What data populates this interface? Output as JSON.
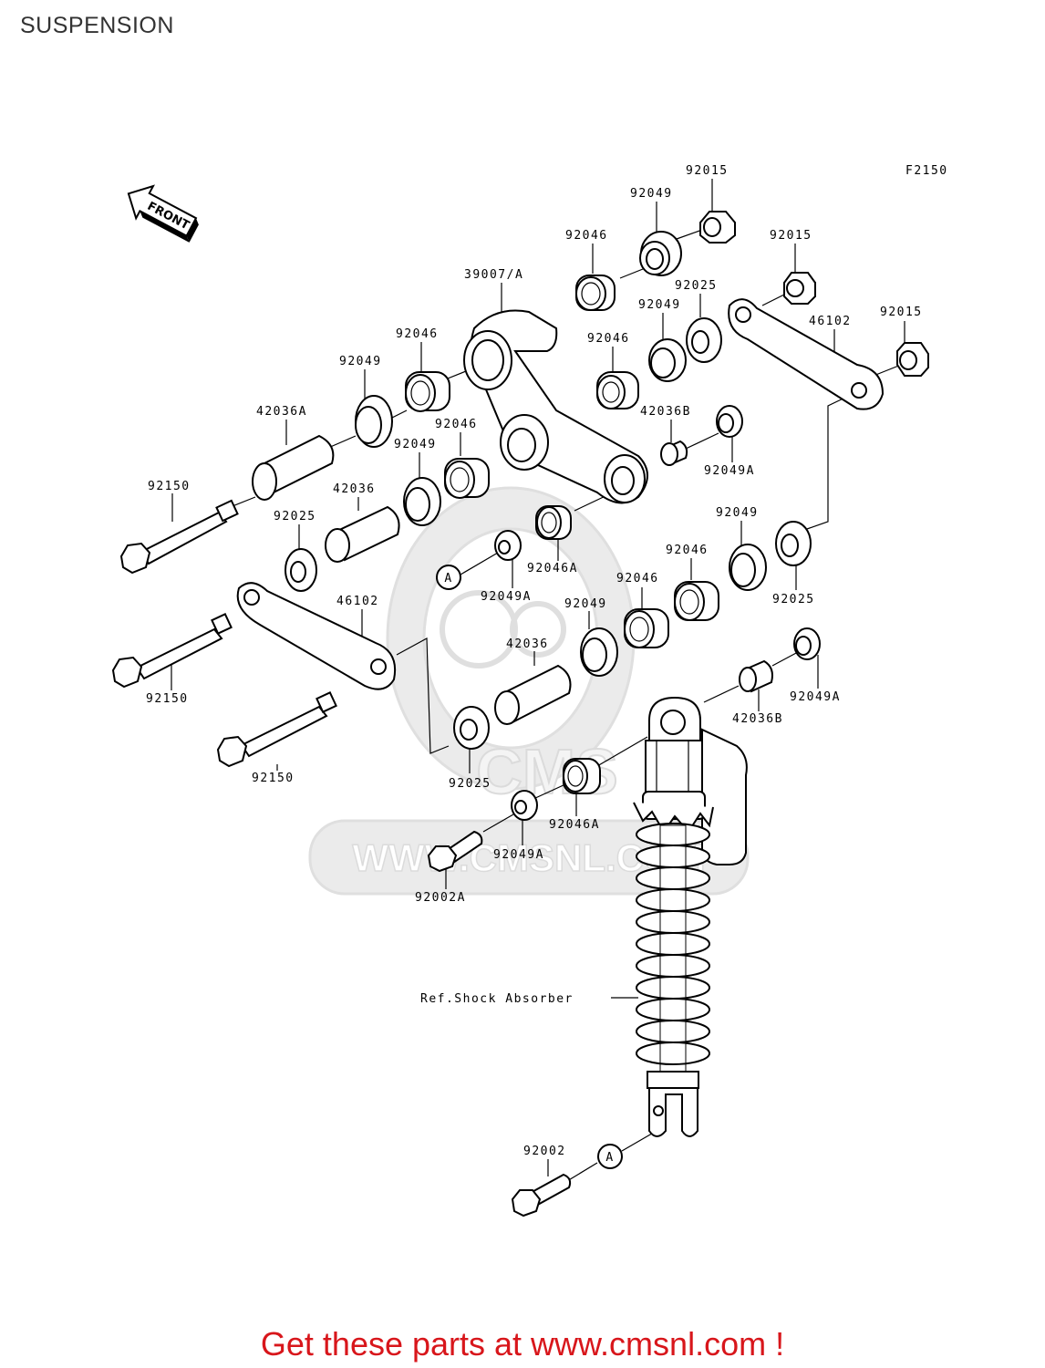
{
  "title": "SUSPENSION",
  "figure_code": "F2150",
  "front_marker": "FRONT",
  "reference_marker": "A",
  "watermark": {
    "text": "WWW.CMSNL.COM",
    "brand": "CMS"
  },
  "labels": {
    "l_92015_a": "92015",
    "l_92049_top": "92049",
    "l_92015_b": "92015",
    "l_92046_top": "92046",
    "l_92025_top": "92025",
    "l_92015_c": "92015",
    "l_39007": "39007/A",
    "l_92049_mid": "92049",
    "l_46102_r": "46102",
    "l_92046_mid": "92046",
    "l_92046_l": "92046",
    "l_92049_l": "92049",
    "l_42036A": "42036A",
    "l_42036B_top": "42036B",
    "l_92046_2": "92046",
    "l_92049_2": "92049",
    "l_92049A_1": "92049A",
    "l_92150_1": "92150",
    "l_42036_1": "42036",
    "l_92025_l": "92025",
    "l_92049_r": "92049",
    "l_92046A_1": "92046A",
    "l_92046_r": "92046",
    "l_92049A_2": "92049A",
    "l_46102_l": "46102",
    "l_92046_r2": "92046",
    "l_92025_r": "92025",
    "l_92049_r2": "92049",
    "l_42036_2": "42036",
    "l_92150_2": "92150",
    "l_92049A_3": "92049A",
    "l_42036B_bot": "42036B",
    "l_92150_3": "92150",
    "l_92025_b": "92025",
    "l_92046A_2": "92046A",
    "l_92049A_4": "92049A",
    "l_92002A": "92002A",
    "l_shock": "Ref.Shock Absorber",
    "l_92002": "92002"
  },
  "footer_text": "Get these parts at www.cmsnl.com !"
}
